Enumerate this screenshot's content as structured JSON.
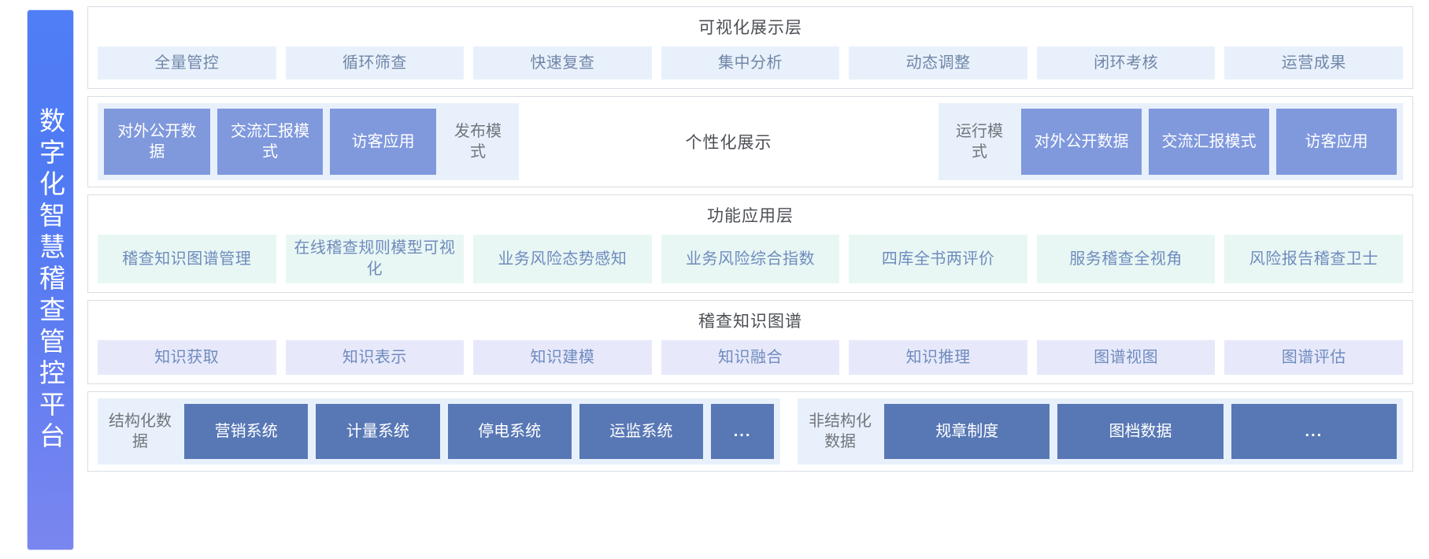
{
  "banner": {
    "title": "数字化智慧稽查管控平台"
  },
  "colors": {
    "banner_start": "#4f7ef6",
    "banner_end": "#7b86ef",
    "layer_border": "#d9dde4",
    "vis_cell_bg": "#e8f1fb",
    "vis_cell_text": "#7186a8",
    "mode_chip_bg": "#8099dd",
    "func_cell_bg": "#e8f7f4",
    "kg_cell_bg": "#e7e9fb",
    "cell_text_blue": "#6f8bbd",
    "data_chip_bg": "#5878b5",
    "title_text": "#4c4f55"
  },
  "layers": {
    "visualization": {
      "title": "可视化展示层",
      "items": [
        {
          "label": "全量管控"
        },
        {
          "label": "循环筛查"
        },
        {
          "label": "快速复查"
        },
        {
          "label": "集中分析"
        },
        {
          "label": "动态调整"
        },
        {
          "label": "闭环考核"
        },
        {
          "label": "运营成果"
        }
      ]
    },
    "personalization": {
      "center_label": "个性化展示",
      "left_group": [
        {
          "label": "对外公开数据",
          "style": "chip"
        },
        {
          "label": "交流汇报模式",
          "style": "chip"
        },
        {
          "label": "访客应用",
          "style": "chip"
        },
        {
          "label": "发布模式",
          "style": "plain"
        }
      ],
      "right_group": [
        {
          "label": "运行模式",
          "style": "plain"
        },
        {
          "label": "对外公开数据",
          "style": "chip"
        },
        {
          "label": "交流汇报模式",
          "style": "chip"
        },
        {
          "label": "访客应用",
          "style": "chip"
        }
      ]
    },
    "function": {
      "title": "功能应用层",
      "items": [
        {
          "label": "稽查知识图谱管理"
        },
        {
          "label": "在线稽查规则模型可视化"
        },
        {
          "label": "业务风险态势感知"
        },
        {
          "label": "业务风险综合指数"
        },
        {
          "label": "四库全书两评价"
        },
        {
          "label": "服务稽查全视角"
        },
        {
          "label": "风险报告稽查卫士"
        }
      ]
    },
    "knowledge_graph": {
      "title": "稽查知识图谱",
      "items": [
        {
          "label": "知识获取"
        },
        {
          "label": "知识表示"
        },
        {
          "label": "知识建模"
        },
        {
          "label": "知识融合"
        },
        {
          "label": "知识推理"
        },
        {
          "label": "图谱视图"
        },
        {
          "label": "图谱评估"
        }
      ]
    },
    "data_sources": {
      "structured": {
        "label": "结构化数据",
        "items": [
          {
            "label": "营销系统"
          },
          {
            "label": "计量系统"
          },
          {
            "label": "停电系统"
          },
          {
            "label": "运监系统"
          },
          {
            "label": "..."
          }
        ]
      },
      "unstructured": {
        "label": "非结构化数据",
        "items": [
          {
            "label": "规章制度"
          },
          {
            "label": "图档数据"
          },
          {
            "label": "..."
          }
        ]
      }
    }
  }
}
